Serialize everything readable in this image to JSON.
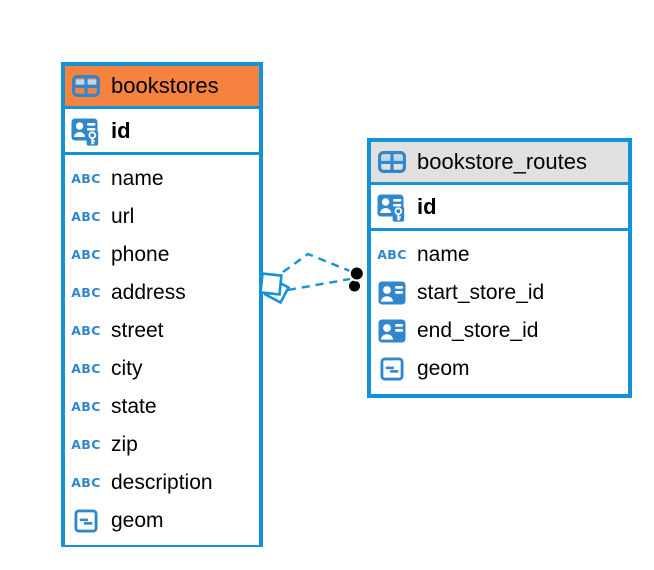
{
  "icons": {
    "text_type_label": "ABC"
  },
  "colors": {
    "table_border_blue": "#1591D6",
    "icon_blue": "#3187CB",
    "bookstores_header": "#F5823E",
    "routes_header": "#E0E0E0",
    "text": "#000000"
  },
  "tables": [
    {
      "name": "bookstores",
      "primary_key": {
        "name": "id",
        "type": "primary-key"
      },
      "columns": [
        {
          "name": "name",
          "type": "text"
        },
        {
          "name": "url",
          "type": "text"
        },
        {
          "name": "phone",
          "type": "text"
        },
        {
          "name": "address",
          "type": "text"
        },
        {
          "name": "street",
          "type": "text"
        },
        {
          "name": "city",
          "type": "text"
        },
        {
          "name": "state",
          "type": "text"
        },
        {
          "name": "zip",
          "type": "text"
        },
        {
          "name": "description",
          "type": "text"
        },
        {
          "name": "geom",
          "type": "geometry"
        }
      ]
    },
    {
      "name": "bookstore_routes",
      "primary_key": {
        "name": "id",
        "type": "primary-key"
      },
      "columns": [
        {
          "name": "name",
          "type": "text"
        },
        {
          "name": "start_store_id",
          "type": "reference"
        },
        {
          "name": "end_store_id",
          "type": "reference"
        },
        {
          "name": "geom",
          "type": "geometry"
        }
      ]
    }
  ],
  "relationship": {
    "style": "dashed",
    "color": "#1591D6",
    "line_count": 2,
    "source_table": "bookstores",
    "target_table": "bookstore_routes",
    "source_marker": "overlapping-squares",
    "target_marker": "black-dots"
  }
}
